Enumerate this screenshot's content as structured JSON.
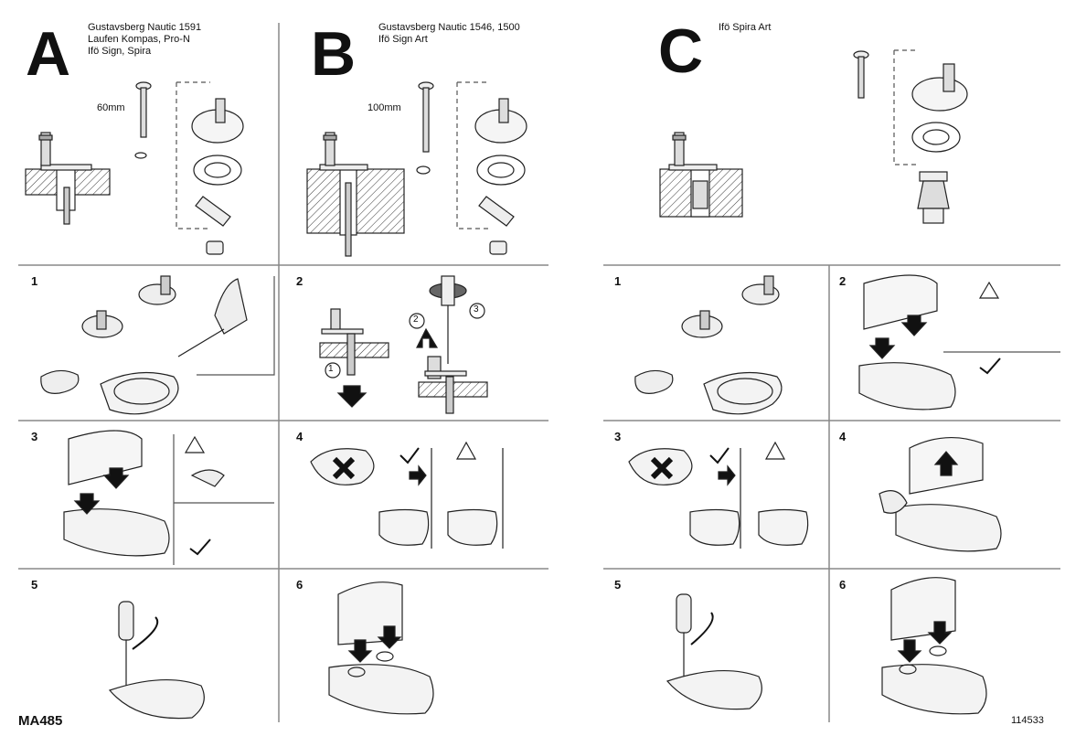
{
  "sections": {
    "a": {
      "letter": "A",
      "models": "Gustavsberg Nautic 1591\nLaufen Kompas, Pro-N\nIfö Sign, Spira",
      "bolt_length": "60mm"
    },
    "b": {
      "letter": "B",
      "models": "Gustavsberg Nautic 1546, 1500\nIfö Sign Art",
      "bolt_length": "100mm"
    },
    "c": {
      "letter": "C",
      "models": "Ifö Spira Art"
    }
  },
  "left_steps": [
    "1",
    "2",
    "3",
    "4",
    "5",
    "6"
  ],
  "right_steps": [
    "1",
    "2",
    "3",
    "4",
    "5",
    "6"
  ],
  "callouts": [
    "1",
    "2",
    "3"
  ],
  "footer": {
    "code_left": "MA485",
    "code_right": "114533"
  }
}
